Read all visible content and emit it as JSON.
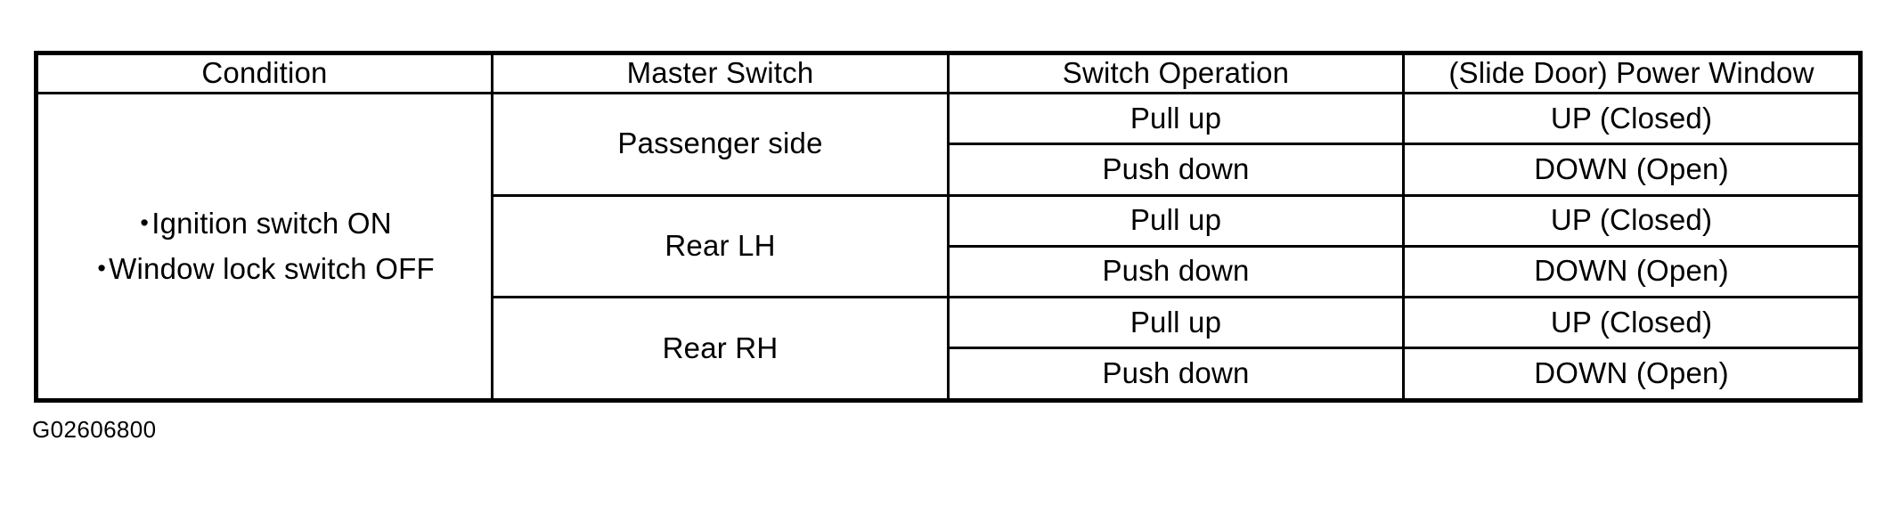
{
  "figure": {
    "caption": "G02606800"
  },
  "table": {
    "headers": [
      "Condition",
      "Master Switch",
      "Switch Operation",
      "(Slide Door) Power Window"
    ],
    "condition": {
      "bullet_glyph": "•",
      "items": [
        "Ignition switch ON",
        "Window lock switch OFF"
      ]
    },
    "groups": [
      {
        "master_switch": "Passenger side",
        "rows": [
          {
            "operation": "Pull up",
            "power_window": "UP (Closed)"
          },
          {
            "operation": "Push down",
            "power_window": "DOWN (Open)"
          }
        ]
      },
      {
        "master_switch": "Rear LH",
        "rows": [
          {
            "operation": "Pull up",
            "power_window": "UP (Closed)"
          },
          {
            "operation": "Push down",
            "power_window": "DOWN (Open)"
          }
        ]
      },
      {
        "master_switch": "Rear RH",
        "rows": [
          {
            "operation": "Pull up",
            "power_window": "UP (Closed)"
          },
          {
            "operation": "Push down",
            "power_window": "DOWN (Open)"
          }
        ]
      }
    ]
  },
  "colors": {
    "ink": "#000000",
    "paper": "#ffffff"
  }
}
